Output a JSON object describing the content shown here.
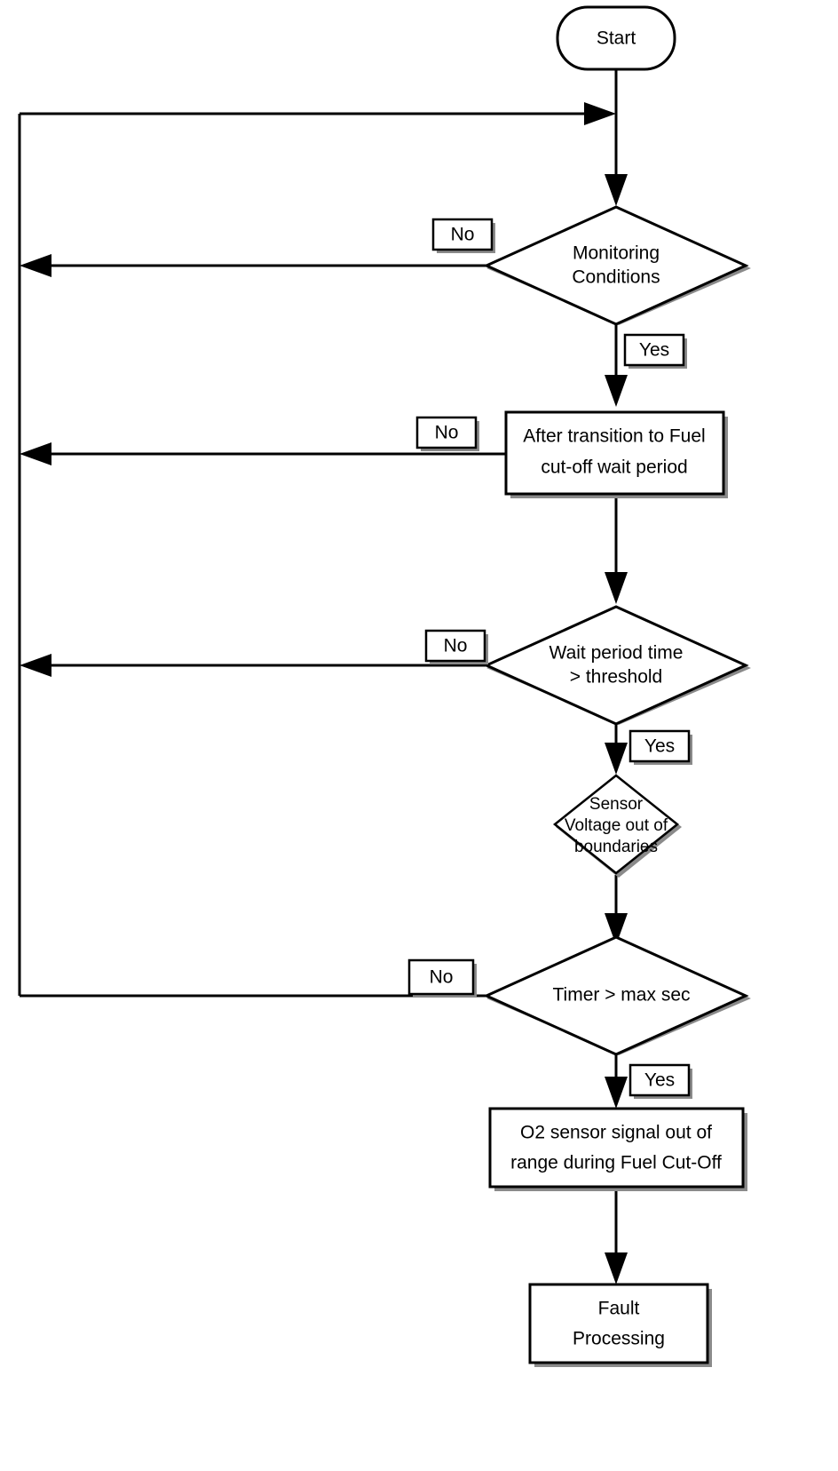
{
  "diagram": {
    "title": "O2 Sensor Fuel Cut-Off Monitoring Flowchart",
    "type": "flowchart",
    "colors": {
      "stroke": "#000000",
      "fill": "#ffffff",
      "shadow": "#8a8a8a"
    },
    "nodes": [
      {
        "id": "start",
        "shape": "terminator",
        "label": "Start",
        "lines": [
          "Start"
        ]
      },
      {
        "id": "monitoring-conditions",
        "shape": "decision",
        "label": "Monitoring Conditions",
        "lines": [
          "Monitoring",
          "Conditions"
        ]
      },
      {
        "id": "fuel-cutoff-wait",
        "shape": "process",
        "label": "After transition to Fuel cut-off wait period",
        "lines": [
          "After transition to Fuel",
          "cut-off wait period"
        ]
      },
      {
        "id": "wait-period-threshold",
        "shape": "decision",
        "label": "Wait period time > threshold",
        "lines": [
          "Wait period time",
          "> threshold"
        ]
      },
      {
        "id": "sensor-voltage-boundaries",
        "shape": "decision",
        "label": "Sensor Voltage out of boundaries",
        "lines": [
          "Sensor",
          "Voltage out of",
          "boundaries"
        ]
      },
      {
        "id": "timer-max-sec",
        "shape": "decision",
        "label": "Timer > max sec",
        "lines": [
          "Timer > max sec"
        ]
      },
      {
        "id": "o2-signal-out-of-range",
        "shape": "process",
        "label": "O2 sensor signal out of range during Fuel Cut-Off",
        "lines": [
          "O2 sensor signal out of",
          "range during Fuel Cut-Off"
        ]
      },
      {
        "id": "fault-processing",
        "shape": "process",
        "label": "Fault Processing",
        "lines": [
          "Fault",
          "Processing"
        ]
      }
    ],
    "edge_labels": [
      {
        "id": "no-monitoring",
        "text": "No"
      },
      {
        "id": "yes-monitoring",
        "text": "Yes"
      },
      {
        "id": "no-fuel-cutoff",
        "text": "No"
      },
      {
        "id": "no-wait-period",
        "text": "No"
      },
      {
        "id": "yes-wait-period",
        "text": "Yes"
      },
      {
        "id": "no-timer",
        "text": "No"
      },
      {
        "id": "yes-timer",
        "text": "Yes"
      }
    ]
  }
}
